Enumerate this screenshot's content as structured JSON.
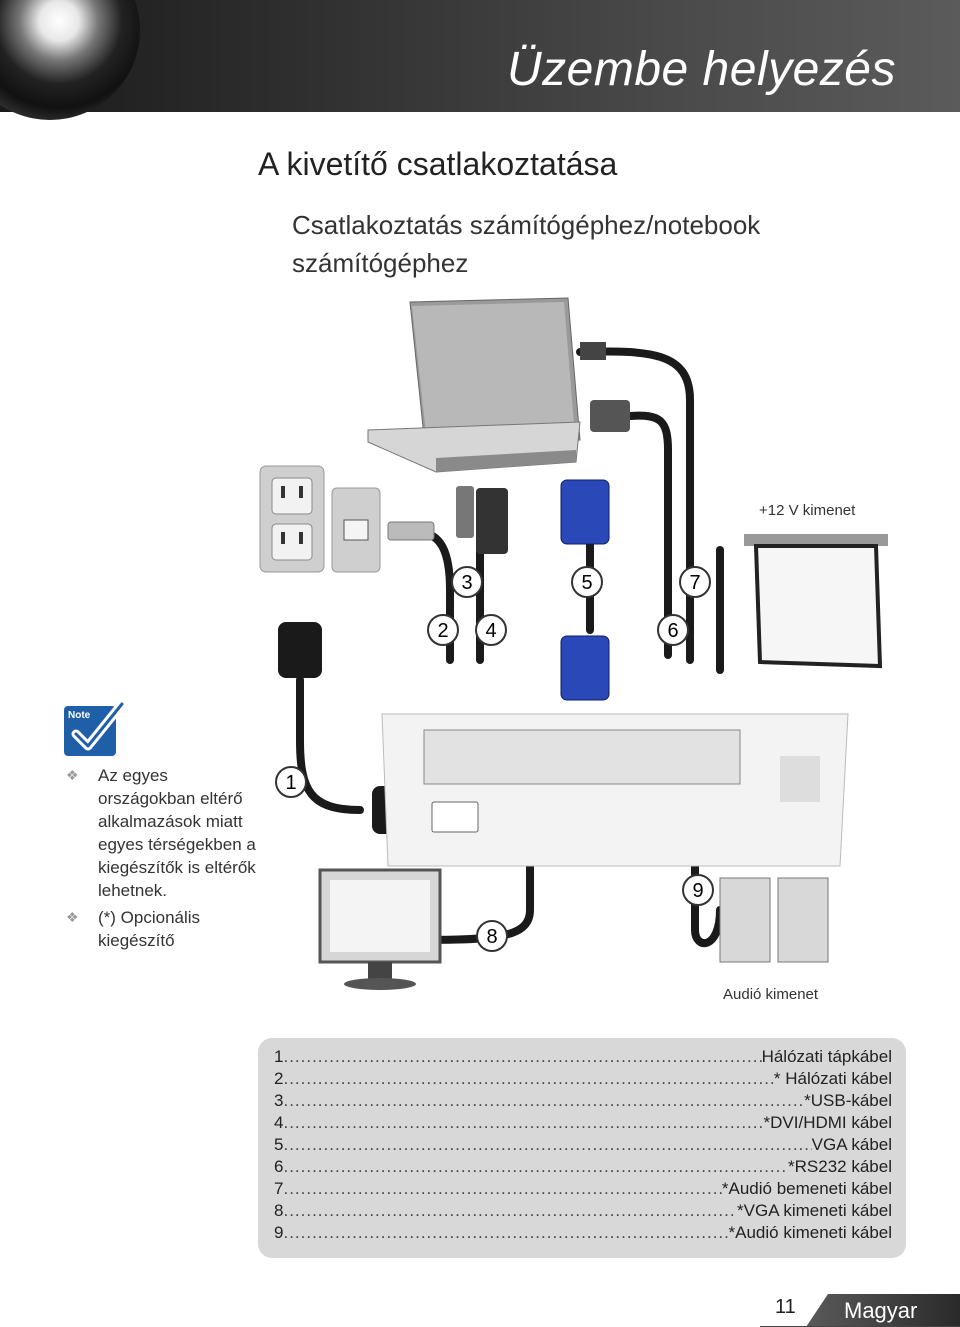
{
  "header": {
    "title": "Üzembe helyezés"
  },
  "section": {
    "title": "A kivetítő csatlakoztatása",
    "subtitle": "Csatlakoztatás számítógéphez/notebook számítógéphez"
  },
  "note": {
    "icon_label": "Note",
    "items": [
      "Az egyes országokban eltérő alkalmazások miatt egyes térségekben a kiegészítők is eltérők lehetnek.",
      "(*) Opcionális kiegészítő"
    ]
  },
  "diagram": {
    "top_right_label": "+12 V kimenet",
    "bottom_right_label": "Audió kimenet",
    "callouts": [
      "1",
      "2",
      "3",
      "4",
      "5",
      "6",
      "7",
      "8",
      "9"
    ]
  },
  "legend": {
    "rows": [
      {
        "num": "1",
        "label": "Hálózati tápkábel"
      },
      {
        "num": "2",
        "label": "* Hálózati kábel"
      },
      {
        "num": "3",
        "label": " *USB-kábel"
      },
      {
        "num": "4",
        "label": "*DVI/HDMI kábel"
      },
      {
        "num": "5",
        "label": "VGA kábel"
      },
      {
        "num": "6",
        "label": "*RS232 kábel"
      },
      {
        "num": "7",
        "label": "*Audió bemeneti kábel"
      },
      {
        "num": "8",
        "label": "*VGA kimeneti kábel"
      },
      {
        "num": "9",
        "label": "*Audió kimeneti kábel"
      }
    ]
  },
  "footer": {
    "page": "11",
    "language": "Magyar"
  },
  "colors": {
    "accent": "#1f5fa8",
    "header_bg": "#2e2e2e",
    "legend_bg": "#d8d8d8"
  }
}
